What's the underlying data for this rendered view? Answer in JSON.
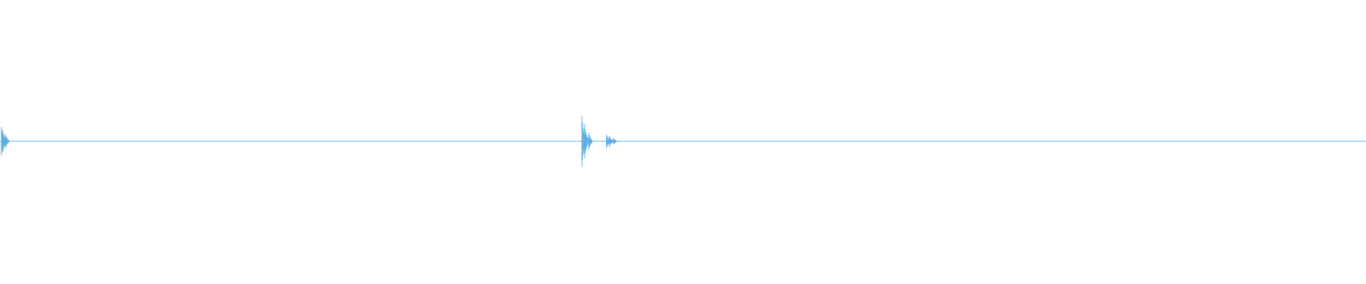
{
  "waveform": {
    "color": "#5aace0",
    "baseline_amplitude": 0.0,
    "duration_fraction_events": [
      {
        "position": 0.001,
        "amplitude": 0.05
      },
      {
        "position": 0.002,
        "amplitude": 0.04
      },
      {
        "position": 0.004,
        "amplitude": 0.025
      },
      {
        "position": 0.426,
        "amplitude": 0.09
      },
      {
        "position": 0.428,
        "amplitude": 0.06
      },
      {
        "position": 0.431,
        "amplitude": 0.03
      },
      {
        "position": 0.444,
        "amplitude": 0.025
      },
      {
        "position": 0.446,
        "amplitude": 0.02
      },
      {
        "position": 0.449,
        "amplitude": 0.012
      }
    ]
  }
}
